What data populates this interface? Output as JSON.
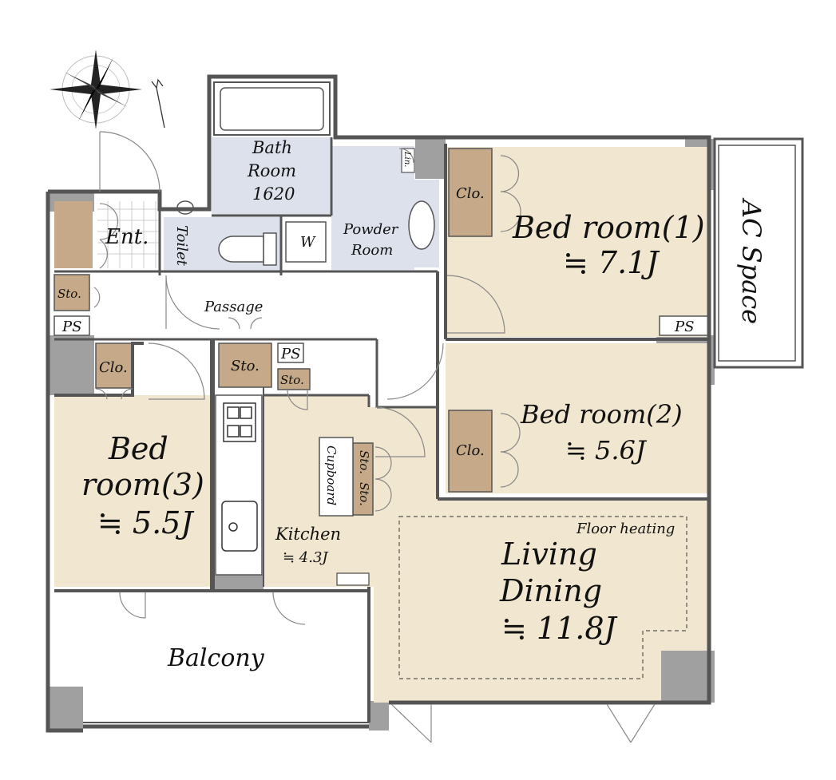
{
  "rooms": {
    "bedroom1": {
      "name": "Bed room(1)",
      "size": "≒ 7.1J"
    },
    "bedroom2": {
      "name": "Bed room(2)",
      "size": "≒ 5.6J"
    },
    "bedroom3": {
      "name_line1": "Bed",
      "name_line2": "room(3)",
      "size": "≒ 5.5J"
    },
    "living": {
      "name_line1": "Living",
      "name_line2": "Dining",
      "size": "≒ 11.8J",
      "note": "Floor heating"
    },
    "kitchen": {
      "name": "Kitchen",
      "size": "≒ 4.3J"
    },
    "bath": {
      "line1": "Bath",
      "line2": "Room",
      "line3": "1620"
    },
    "powder": {
      "line1": "Powder",
      "line2": "Room"
    },
    "toilet": "Toilet",
    "entrance": "Ent.",
    "passage": "Passage",
    "balcony": "Balcony",
    "ac_space": "AC Space",
    "cupboard": "Cupboard"
  },
  "labels": {
    "closet": "Clo.",
    "storage": "Sto.",
    "pipe_space": "PS",
    "washer": "W",
    "linen": "Lin."
  },
  "colors": {
    "room_fill": "#f1e6cf",
    "bath_fill": "#dde1ec",
    "closet_fill": "#c5a988",
    "wall": "#555555",
    "column": "#a0a0a0"
  }
}
